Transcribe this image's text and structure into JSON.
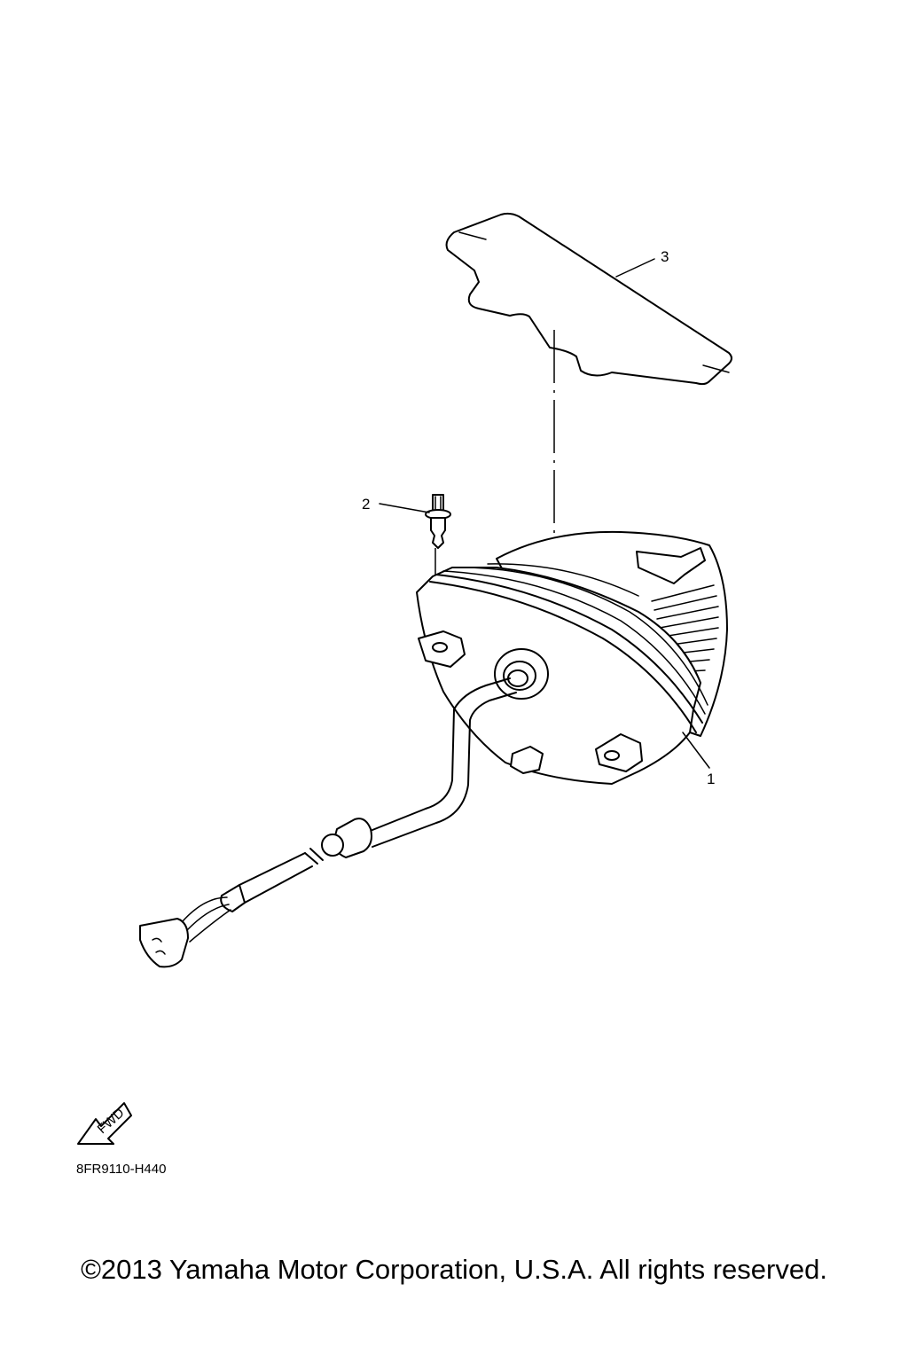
{
  "callouts": [
    {
      "number": "1"
    },
    {
      "number": "2"
    },
    {
      "number": "3"
    }
  ],
  "fwd_label": "FWD",
  "diagram_code": "8FR9110-H440",
  "copyright": "©2013 Yamaha Motor Corporation, U.S.A. All rights reserved."
}
